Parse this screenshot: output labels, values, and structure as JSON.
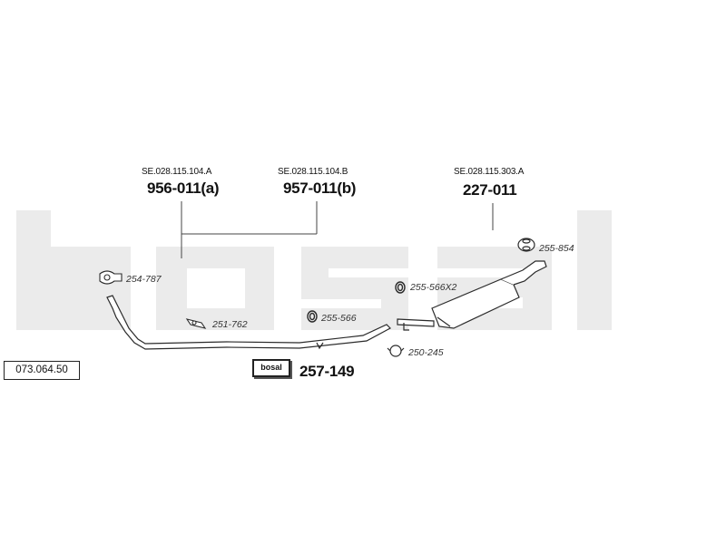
{
  "catalog_ref": "073.064.50",
  "watermark": {
    "text": "bosal",
    "color": "#ebebeb"
  },
  "assemblies": [
    {
      "oe": "SE.028.115.104.A",
      "part": "956-011(a)"
    },
    {
      "oe": "SE.028.115.104.B",
      "part": "957-011(b)"
    },
    {
      "oe": "SE.028.115.303.A",
      "part": "227-011"
    }
  ],
  "components": [
    {
      "code": "254-787",
      "kind": "clamp"
    },
    {
      "code": "251-762",
      "kind": "bracket"
    },
    {
      "code": "255-566",
      "kind": "rubber-ring"
    },
    {
      "code": "255-566X2",
      "kind": "rubber-ring"
    },
    {
      "code": "255-854",
      "kind": "rubber-mount"
    },
    {
      "code": "250-245",
      "kind": "clamp-ring"
    }
  ],
  "kit": {
    "logo": "bosal",
    "code": "257-149"
  },
  "colors": {
    "line": "#2b2b2b",
    "pipe_fill": "#ffffff"
  }
}
